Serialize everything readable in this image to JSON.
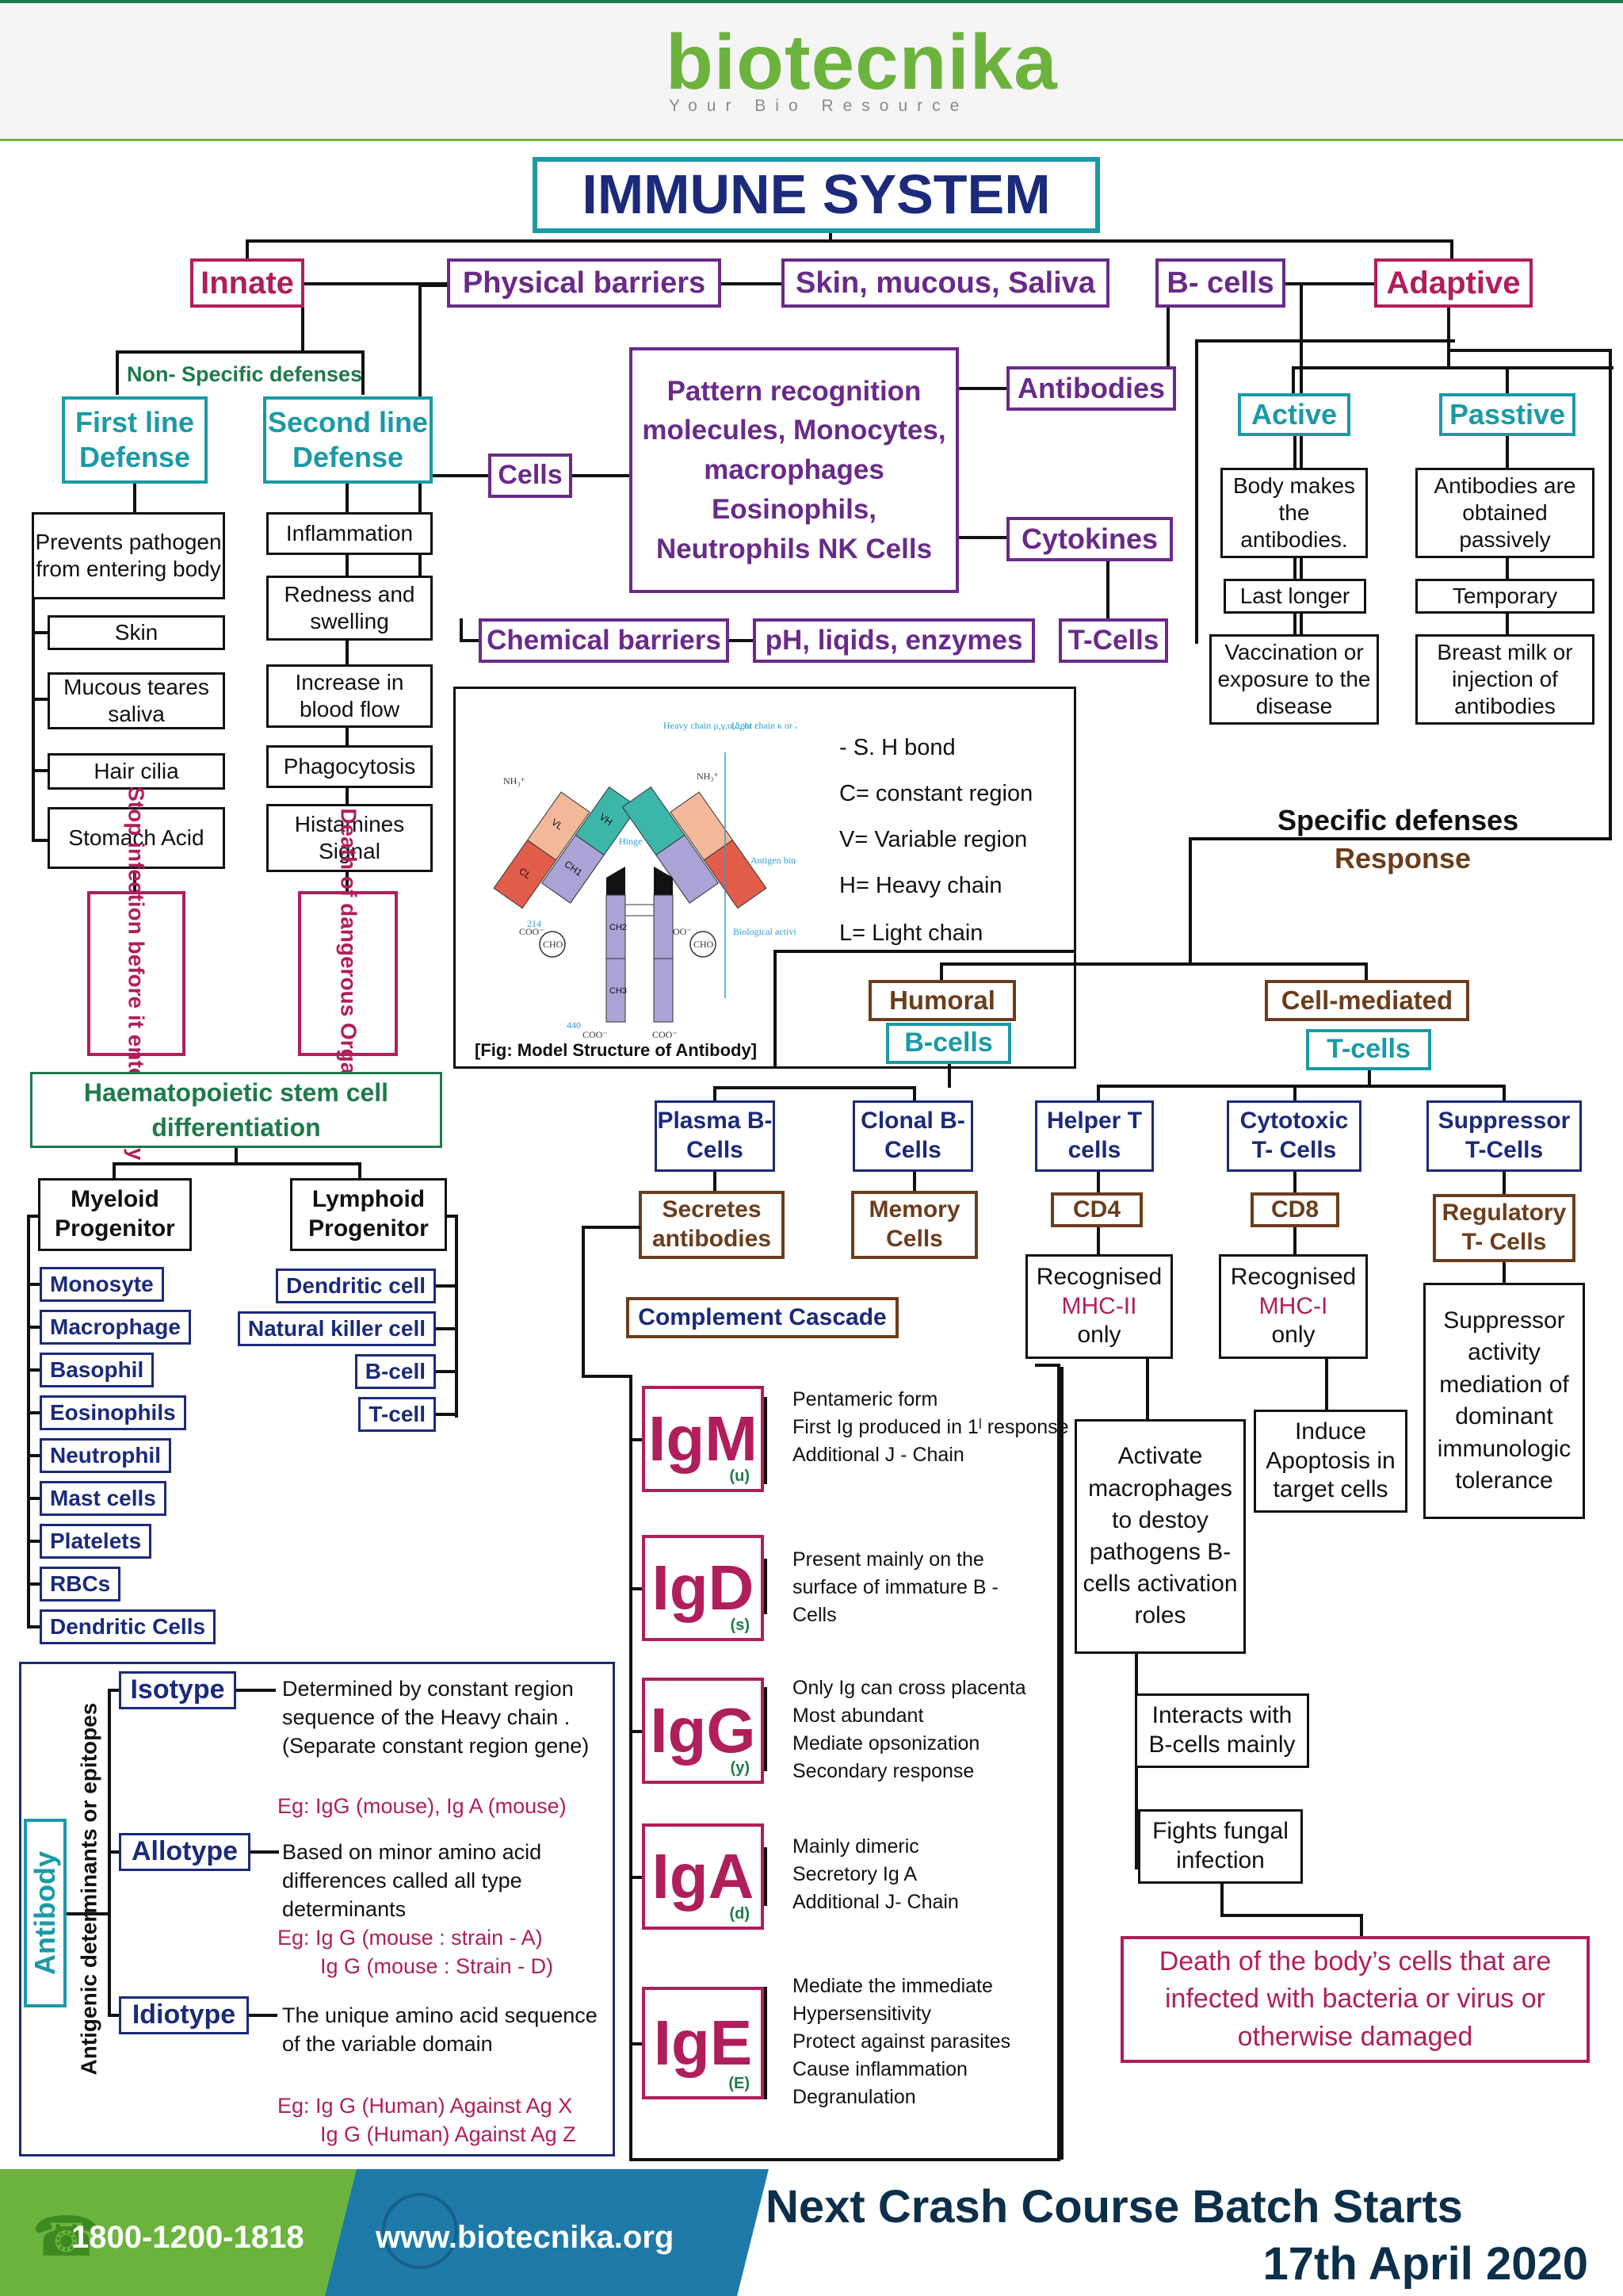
{
  "header": {
    "logo_text": "biotecnika",
    "tagline": "Your Bio Resource"
  },
  "title": "IMMUNE SYSTEM",
  "top": {
    "innate": "Innate",
    "physical_barriers": "Physical barriers",
    "skin_mucous": "Skin, mucous, Saliva",
    "b_cells": "B- cells",
    "adaptive": "Adaptive",
    "non_specific": "Non- Specific defenses",
    "first_line": "First line Defense",
    "second_line": "Second line Defense",
    "cells": "Cells",
    "pattern": "Pattern recognition molecules, Monocytes, macrophages Eosinophils, Neutrophils NK Cells",
    "antibodies": "Antibodies",
    "cytokines": "Cytokines",
    "chemical_barriers": "Chemical barriers",
    "ph": "pH, liqids, enzymes",
    "t_cells": "T-Cells"
  },
  "first_line_items": [
    "Prevents pathogen from entering body",
    "Skin",
    "Mucous teares saliva",
    "Hair cilia",
    "Stomach Acid"
  ],
  "first_line_result": "Stop infection before it enters body",
  "second_line_items": [
    "Inflammation",
    "Redness and swelling",
    "Increase in blood flow",
    "Phagocytosis",
    "Histamines Signal"
  ],
  "second_line_result": "Death of dangerous Organisms",
  "active": {
    "label": "Active",
    "items": [
      "Body makes the antibodies.",
      "Last longer",
      "Vaccination or exposure to the disease"
    ]
  },
  "passive": {
    "label": "Passtive",
    "items": [
      "Antibodies are obtained passively",
      "Temporary",
      "Breast milk or injection of antibodies"
    ]
  },
  "antibody_fig": {
    "legend": [
      "- S. H bond",
      "C= constant region",
      "V= Variable region",
      "H= Heavy chain",
      "L= Light chain"
    ],
    "caption": "[Fig: Model Structure of Antibody]",
    "labels": {
      "heavy": "Heavy chain μ,γ,α,δ, or ε",
      "light": "Light chain κ or λ",
      "hinge": "Hinge",
      "antigen": "Antigen binding",
      "bio": "Biological activity",
      "cho": "CHO",
      "coo": "COO⁻",
      "nh3": "NH₃⁺",
      "n214": "214",
      "n440": "440",
      "vh": "VH",
      "vl": "VL",
      "ch1": "CH1",
      "cl": "CL",
      "ch2": "CH2",
      "ch3": "CH3"
    }
  },
  "specific": {
    "title": "Specific defenses",
    "response": "Response",
    "humoral": "Humoral",
    "cell_mediated": "Cell-mediated",
    "b_cells": "B-cells",
    "t_cells": "T-cells"
  },
  "humoral": {
    "plasma": "Plasma B-Cells",
    "clonal": "Clonal B-Cells",
    "secretes": "Secretes antibodies",
    "memory": "Memory Cells",
    "complement": "Complement Cascade"
  },
  "tcells": {
    "helper": "Helper T cells",
    "cytotoxic": "Cytotoxic T- Cells",
    "suppressor": "Suppressor T-Cells",
    "cd4": "CD4",
    "cd8": "CD8",
    "regulatory": "Regulatory T- Cells",
    "rec_a": "Recognised",
    "mhc2": "MHC-II",
    "only_a": "only",
    "rec_b": "Recognised",
    "mhc1": "MHC-I",
    "only_b": "only",
    "suppressor_text": "Suppressor activity mediation of dominant immunologic tolerance",
    "activate": "Activate macrophages to destoy pathogens B- cells activation roles",
    "apoptosis": "Induce Apoptosis in target cells",
    "interacts": "Interacts with B-cells mainly",
    "fungal": "Fights fungal infection",
    "death": "Death of the body’s cells that are infected with bacteria or virus or otherwise damaged"
  },
  "haema": {
    "title": "Haematopoietic stem cell differentiation",
    "myeloid": "Myeloid Progenitor",
    "lymphoid": "Lymphoid Progenitor",
    "myeloid_items": [
      "Monosyte",
      "Macrophage",
      "Basophil",
      "Eosinophils",
      "Neutrophil",
      "Mast cells",
      "Platelets",
      "RBCs",
      "Dendritic Cells"
    ],
    "lymphoid_items": [
      "Dendritic cell",
      "Natural killer cell",
      "B-cell",
      "T-cell"
    ]
  },
  "antibody_types": {
    "side_label": "Antibody",
    "axis_label": "Antigenic determinants or epitopes",
    "isotype": {
      "label": "Isotype",
      "text": "Determined by constant region sequence of the Heavy chain .(Separate constant region gene)",
      "eg": "Eg: IgG (mouse), Ig A (mouse)"
    },
    "allotype": {
      "label": "Allotype",
      "text": "Based on minor amino acid differences called all type determinants",
      "eg1": "Eg: Ig G (mouse : strain - A)",
      "eg2": "Ig G (mouse : Strain - D)"
    },
    "idiotype": {
      "label": "Idiotype",
      "text": "The unique amino acid sequence of the variable domain",
      "eg1": "Eg: Ig G (Human) Against Ag X",
      "eg2": "Ig G (Human) Against Ag Z"
    }
  },
  "immunoglobulins": [
    {
      "name": "IgM",
      "sub": "(u)",
      "points": [
        "Pentameric form",
        "First Ig produced in 1ˡ response",
        "Additional J - Chain"
      ]
    },
    {
      "name": "IgD",
      "sub": "(s)",
      "points": [
        "Present mainly on the surface of immature B - Cells"
      ]
    },
    {
      "name": "IgG",
      "sub": "(y)",
      "points": [
        "Only Ig can cross placenta",
        "Most abundant",
        "Mediate opsonization",
        "Secondary response"
      ]
    },
    {
      "name": "IgA",
      "sub": "(d)",
      "points": [
        "Mainly dimeric",
        "Secretory Ig A",
        "Additional J- Chain"
      ]
    },
    {
      "name": "IgE",
      "sub": "(E)",
      "points": [
        "Mediate the immediate Hypersensitivity",
        "Protect against parasites",
        "Cause inflammation",
        "Degranulation"
      ]
    }
  ],
  "footer": {
    "phone": "1800-1200-1818",
    "web": "www.biotecnika.org",
    "line1": "Next Crash Course Batch Starts",
    "line2": "17th April 2020"
  },
  "colors": {
    "magenta": "#b01e5c",
    "purple": "#6a2a8a",
    "teal": "#1a9aa6",
    "navy": "#1b2a7a",
    "brown": "#6b3d1c",
    "green": "#1e7a4a",
    "footer_green": "#6cb33e",
    "footer_blue": "#1e7aa8"
  }
}
